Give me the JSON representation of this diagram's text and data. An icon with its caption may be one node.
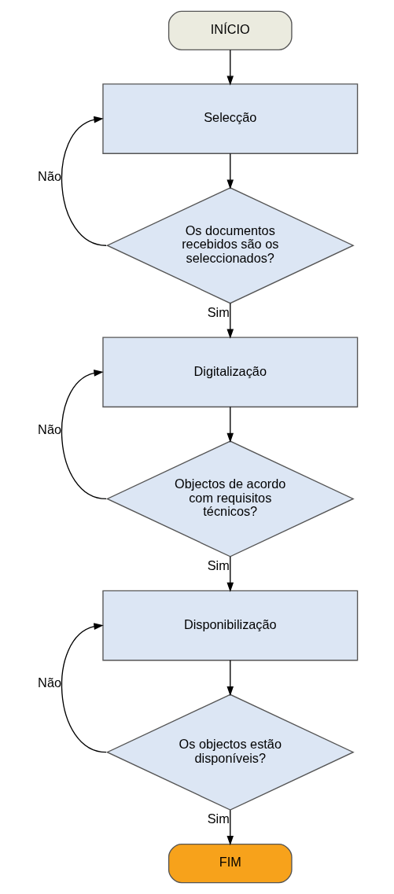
{
  "diagram": {
    "nodes": [
      {
        "text": [
          "INÍCIO"
        ]
      },
      {
        "text": [
          "Selecção"
        ]
      },
      {
        "text": [
          "Os documentos recebidos são os seleccionados?"
        ]
      },
      {
        "text": [
          "Digitalização"
        ]
      },
      {
        "text": [
          "Objectos de acordo com requisitos técnicos?"
        ]
      },
      {
        "text": [
          "Disponibilização"
        ]
      },
      {
        "text": [
          "Os objectos estão disponíveis?"
        ]
      },
      {
        "text": [
          "FIM"
        ]
      }
    ],
    "edges": [
      {
        "from": 0,
        "to": 1,
        "arrow": "to"
      },
      {
        "from": 1,
        "to": 2,
        "arrow": "to"
      },
      {
        "from": 2,
        "to": 1,
        "arrow": "to",
        "label": "Não"
      },
      {
        "from": 2,
        "to": 3,
        "arrow": "to",
        "label": "Sim"
      },
      {
        "from": 3,
        "to": 4,
        "arrow": "to"
      },
      {
        "from": 4,
        "to": 3,
        "arrow": "to",
        "label": "Não"
      },
      {
        "from": 4,
        "to": 5,
        "arrow": "to",
        "label": "Sim"
      },
      {
        "from": 5,
        "to": 6,
        "arrow": "to"
      },
      {
        "from": 6,
        "to": 5,
        "arrow": "to",
        "label": "Não"
      },
      {
        "from": 6,
        "to": 7,
        "arrow": "to",
        "label": "Sim"
      }
    ]
  }
}
